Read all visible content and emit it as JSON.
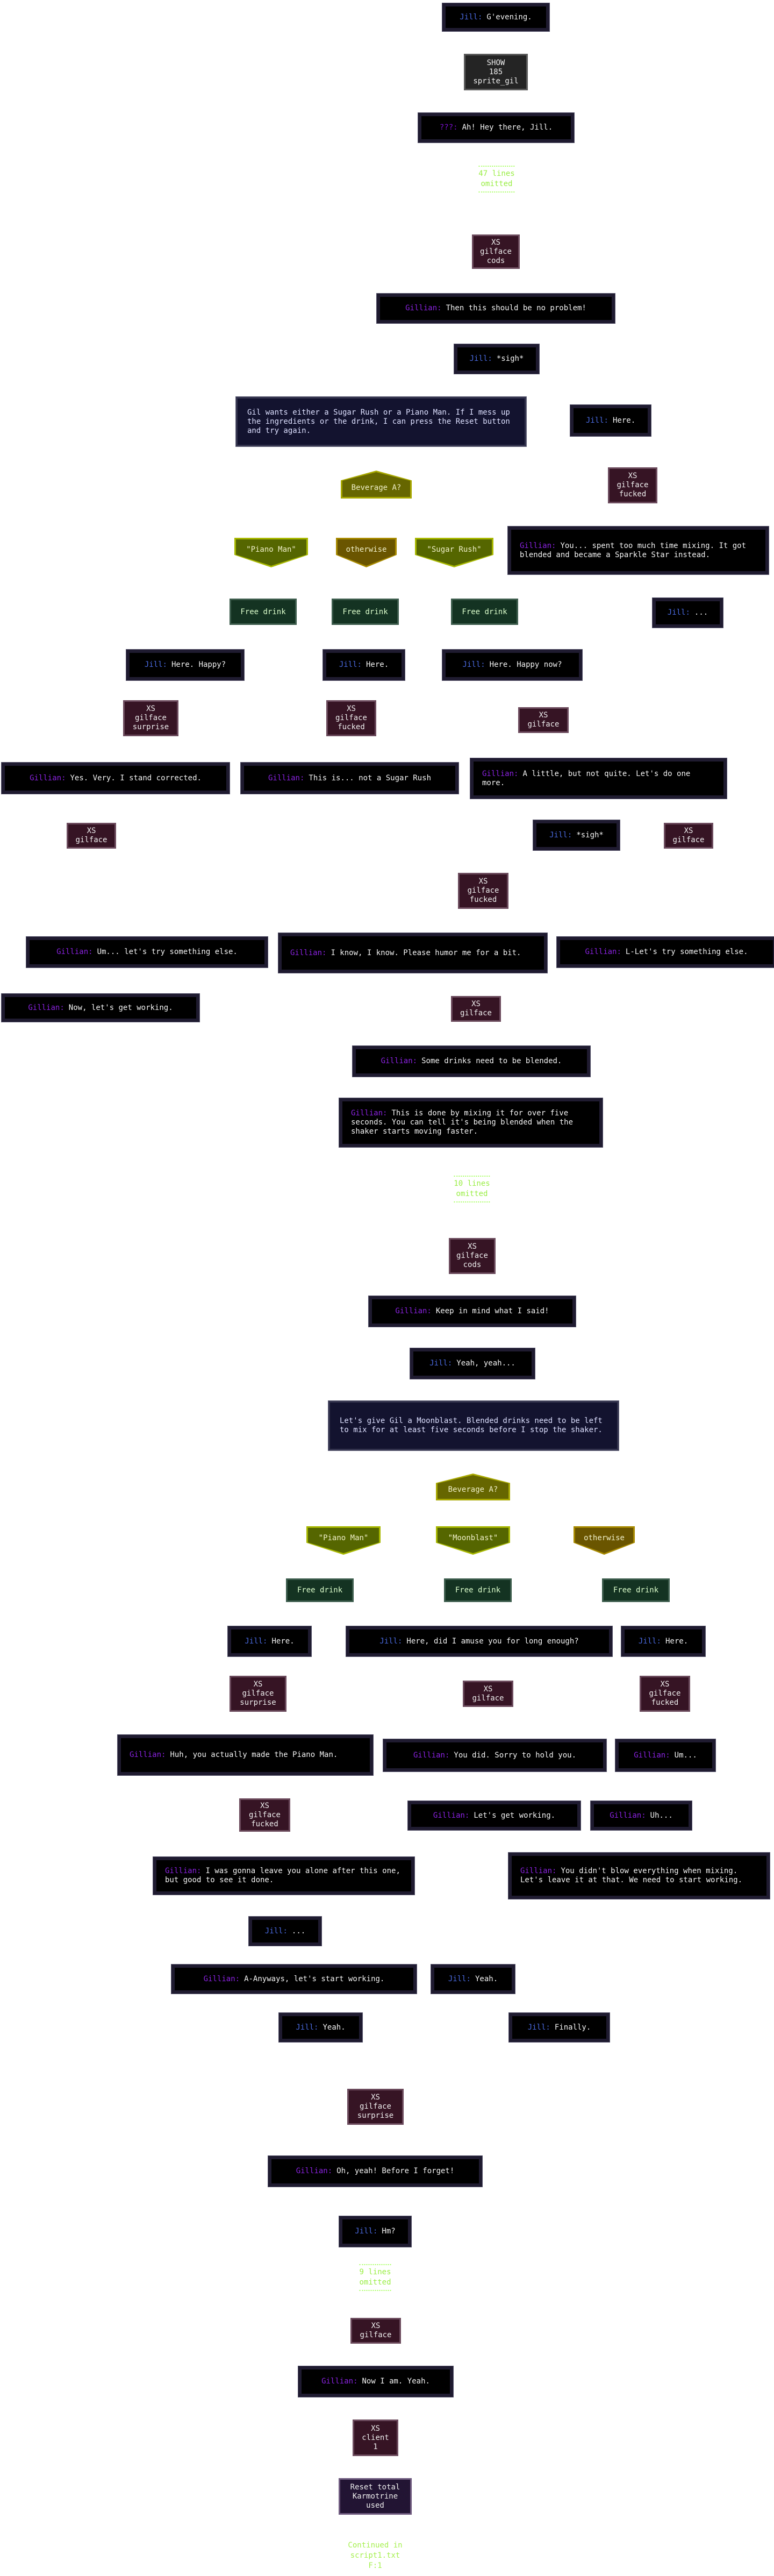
{
  "colors": {
    "jill": "#4a6ae0",
    "gillian": "#8a22e0",
    "unknown": "#7a10cc",
    "dialogue_bg": "#000000",
    "narration_bg": "#13132f",
    "expression_bg": "#361424",
    "decision": "#666600",
    "free_drink": "#143322",
    "omitted_text": "#99ee44"
  },
  "nodes": [
    {
      "type": "dialogue",
      "speaker": "Jill:",
      "text": "G'evening."
    },
    {
      "type": "show",
      "text": "SHOW\n185\nsprite_gil"
    },
    {
      "type": "dialogue",
      "speaker": "???:",
      "text": "Ah! Hey there, Jill."
    },
    {
      "type": "omitted",
      "text": "47 lines\nomitted"
    },
    {
      "type": "expression",
      "text": "XS\ngilface\ncods"
    },
    {
      "type": "dialogue",
      "speaker": "Gillian:",
      "text": "Then this should be no problem!"
    },
    {
      "type": "dialogue",
      "speaker": "Jill:",
      "text": "*sigh*"
    },
    {
      "type": "narration",
      "text": "Gil wants either a Sugar Rush or a Piano Man. If I mess up the ingredients or the drink, I can press the Reset button and try again."
    },
    {
      "type": "dialogue",
      "speaker": "Jill:",
      "text": "Here."
    },
    {
      "type": "decision",
      "text": "Beverage A?"
    },
    {
      "type": "expression",
      "text": "XS\ngilface\nfucked"
    },
    {
      "type": "branch",
      "text": "\"Piano Man\""
    },
    {
      "type": "branch",
      "text": "otherwise"
    },
    {
      "type": "branch",
      "text": "\"Sugar Rush\""
    },
    {
      "type": "dialogue",
      "speaker": "Gillian:",
      "text": "You... spent too much time mixing. It got blended and became a Sparkle Star instead."
    },
    {
      "type": "action",
      "text": "Free drink"
    },
    {
      "type": "action",
      "text": "Free drink"
    },
    {
      "type": "action",
      "text": "Free drink"
    },
    {
      "type": "dialogue",
      "speaker": "Jill:",
      "text": "..."
    },
    {
      "type": "dialogue",
      "speaker": "Jill:",
      "text": "Here. Happy?"
    },
    {
      "type": "dialogue",
      "speaker": "Jill:",
      "text": "Here."
    },
    {
      "type": "dialogue",
      "speaker": "Jill:",
      "text": "Here. Happy now?"
    },
    {
      "type": "expression",
      "text": "XS\ngilface\nsurprise"
    },
    {
      "type": "expression",
      "text": "XS\ngilface\nfucked"
    },
    {
      "type": "expression",
      "text": "XS\ngilface"
    },
    {
      "type": "dialogue",
      "speaker": "Gillian:",
      "text": "Yes. Very. I stand corrected."
    },
    {
      "type": "dialogue",
      "speaker": "Gillian:",
      "text": "This is... not a Sugar Rush"
    },
    {
      "type": "dialogue",
      "speaker": "Gillian:",
      "text": "A little, but not quite. Let's do one more."
    },
    {
      "type": "expression",
      "text": "XS\ngilface"
    },
    {
      "type": "dialogue",
      "speaker": "Jill:",
      "text": "*sigh*"
    },
    {
      "type": "expression",
      "text": "XS\ngilface"
    },
    {
      "type": "expression",
      "text": "XS\ngilface\nfucked"
    },
    {
      "type": "dialogue",
      "speaker": "Gillian:",
      "text": "Um... let's try something else."
    },
    {
      "type": "dialogue",
      "speaker": "Gillian:",
      "text": "I know, I know. Please humor me for a bit."
    },
    {
      "type": "dialogue",
      "speaker": "Gillian:",
      "text": "L-Let's try something else."
    },
    {
      "type": "dialogue",
      "speaker": "Gillian:",
      "text": "Now, let's get working."
    },
    {
      "type": "expression",
      "text": "XS\ngilface"
    },
    {
      "type": "dialogue",
      "speaker": "Gillian:",
      "text": "Some drinks need to be blended."
    },
    {
      "type": "dialogue",
      "speaker": "Gillian:",
      "text": "This is done by mixing it for over five seconds. You can tell it's being blended when the shaker starts moving faster."
    },
    {
      "type": "omitted",
      "text": "10 lines\nomitted"
    },
    {
      "type": "expression",
      "text": "XS\ngilface\ncods"
    },
    {
      "type": "dialogue",
      "speaker": "Gillian:",
      "text": "Keep in mind what I said!"
    },
    {
      "type": "dialogue",
      "speaker": "Jill:",
      "text": "Yeah, yeah..."
    },
    {
      "type": "narration",
      "text": "Let's give Gil a Moonblast. Blended drinks need to be left to mix for at least five seconds before I stop the shaker."
    },
    {
      "type": "decision",
      "text": "Beverage A?"
    },
    {
      "type": "branch",
      "text": "\"Piano Man\""
    },
    {
      "type": "branch",
      "text": "\"Moonblast\""
    },
    {
      "type": "branch",
      "text": "otherwise"
    },
    {
      "type": "action",
      "text": "Free drink"
    },
    {
      "type": "action",
      "text": "Free drink"
    },
    {
      "type": "action",
      "text": "Free drink"
    },
    {
      "type": "dialogue",
      "speaker": "Jill:",
      "text": "Here."
    },
    {
      "type": "dialogue",
      "speaker": "Jill:",
      "text": "Here, did I amuse you for long enough?"
    },
    {
      "type": "dialogue",
      "speaker": "Jill:",
      "text": "Here."
    },
    {
      "type": "expression",
      "text": "XS\ngilface\nsurprise"
    },
    {
      "type": "expression",
      "text": "XS\ngilface"
    },
    {
      "type": "expression",
      "text": "XS\ngilface\nfucked"
    },
    {
      "type": "dialogue",
      "speaker": "Gillian:",
      "text": "Huh, you actually made the Piano Man."
    },
    {
      "type": "dialogue",
      "speaker": "Gillian:",
      "text": "You did. Sorry to hold you."
    },
    {
      "type": "dialogue",
      "speaker": "Gillian:",
      "text": "Um..."
    },
    {
      "type": "expression",
      "text": "XS\ngilface\nfucked"
    },
    {
      "type": "dialogue",
      "speaker": "Gillian:",
      "text": "Let's get working."
    },
    {
      "type": "dialogue",
      "speaker": "Gillian:",
      "text": "Uh..."
    },
    {
      "type": "dialogue",
      "speaker": "Gillian:",
      "text": "I was gonna leave you alone after this one, but good to see it done."
    },
    {
      "type": "dialogue",
      "speaker": "Gillian:",
      "text": "You didn't blow everything when mixing. Let's leave it at that. We need to start working."
    },
    {
      "type": "dialogue",
      "speaker": "Jill:",
      "text": "..."
    },
    {
      "type": "dialogue",
      "speaker": "Gillian:",
      "text": "A-Anyways, let's start working."
    },
    {
      "type": "dialogue",
      "speaker": "Jill:",
      "text": "Yeah."
    },
    {
      "type": "dialogue",
      "speaker": "Jill:",
      "text": "Yeah."
    },
    {
      "type": "dialogue",
      "speaker": "Jill:",
      "text": "Finally."
    },
    {
      "type": "expression",
      "text": "XS\ngilface\nsurprise"
    },
    {
      "type": "dialogue",
      "speaker": "Gillian:",
      "text": "Oh, yeah! Before I forget!"
    },
    {
      "type": "dialogue",
      "speaker": "Jill:",
      "text": "Hm?"
    },
    {
      "type": "omitted",
      "text": "9 lines\nomitted"
    },
    {
      "type": "expression",
      "text": "XS\ngilface"
    },
    {
      "type": "dialogue",
      "speaker": "Gillian:",
      "text": "Now I am. Yeah."
    },
    {
      "type": "expression",
      "text": "XS\nclient\n1"
    },
    {
      "type": "action",
      "text": "Reset total\nKarmotrine\nused"
    },
    {
      "type": "continuation",
      "text": "Continued in\nscript1.txt\nF:1"
    }
  ]
}
